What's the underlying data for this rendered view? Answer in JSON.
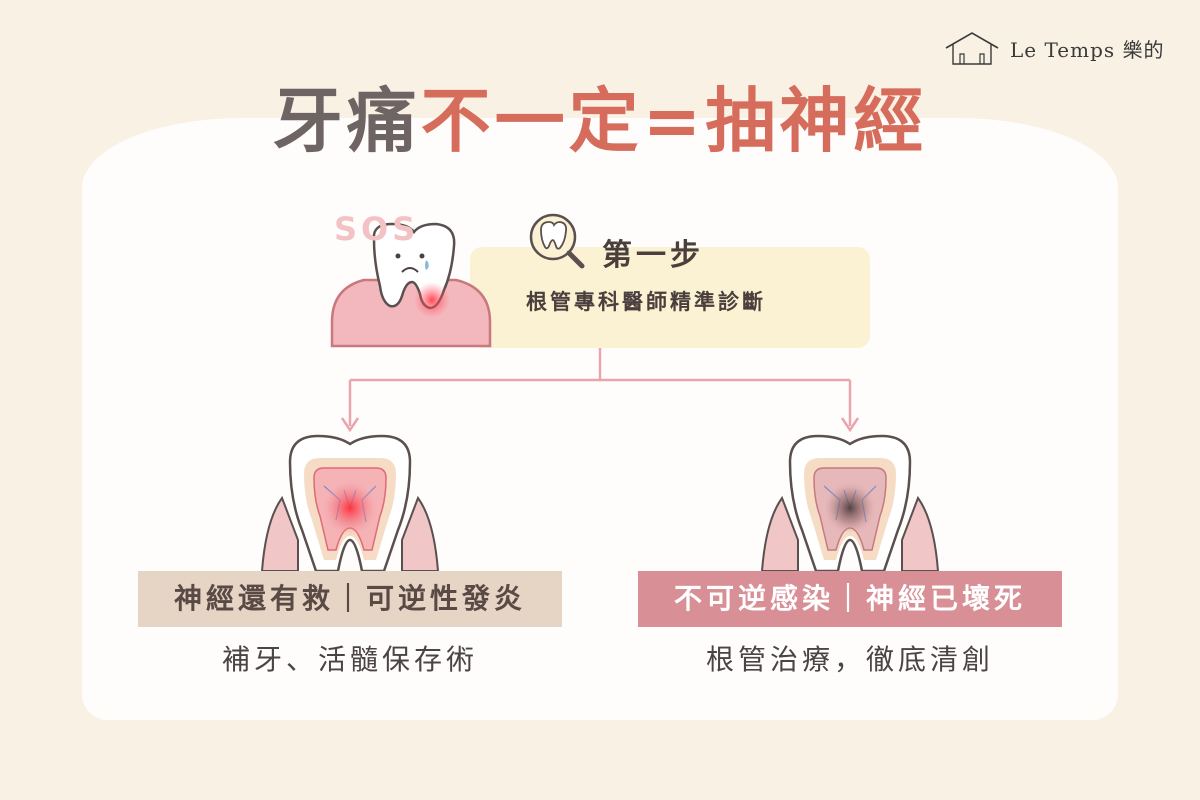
{
  "logo": {
    "text": "Le Temps 樂的",
    "icon": "house-icon"
  },
  "title": {
    "part1": "牙痛",
    "part2": "不一定=抽神經"
  },
  "sos": "SOS",
  "step": {
    "title": "第一步",
    "subtitle": "根管專科醫師精準診斷",
    "icon": "magnifier-tooth-icon"
  },
  "left": {
    "label": "神經還有救｜可逆性發炎",
    "description": "補牙、活髓保存術"
  },
  "right": {
    "label": "不可逆感染｜神經已壞死",
    "description": "根管治療，徹底清創"
  },
  "colors": {
    "accent_red": "#d66c5c",
    "dark_text": "#6e6463",
    "pink_label": "#d98f96",
    "beige_label": "#e6d4c4",
    "arrow": "#e8a8ae"
  }
}
